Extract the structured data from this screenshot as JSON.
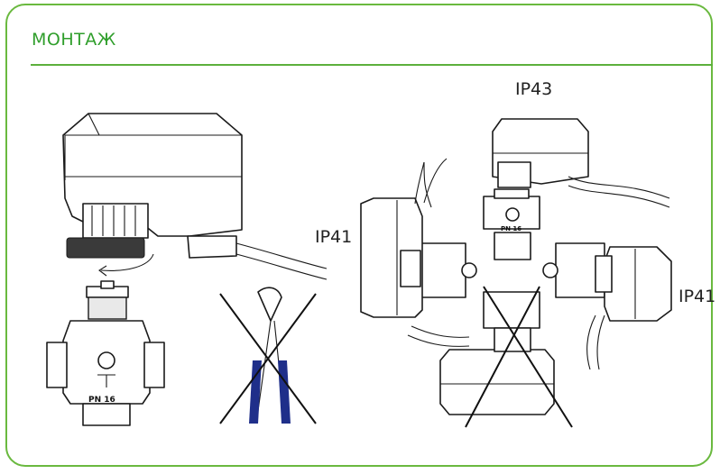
{
  "header": {
    "title": "МОНТАЖ"
  },
  "labels": {
    "top": "IP43",
    "left": "IP41",
    "right": "IP41"
  },
  "valve_marking": "PN 16",
  "colors": {
    "accent": "#5cb03c",
    "title": "#2f9e2b",
    "pliers_handle": "#1f2f8a"
  }
}
